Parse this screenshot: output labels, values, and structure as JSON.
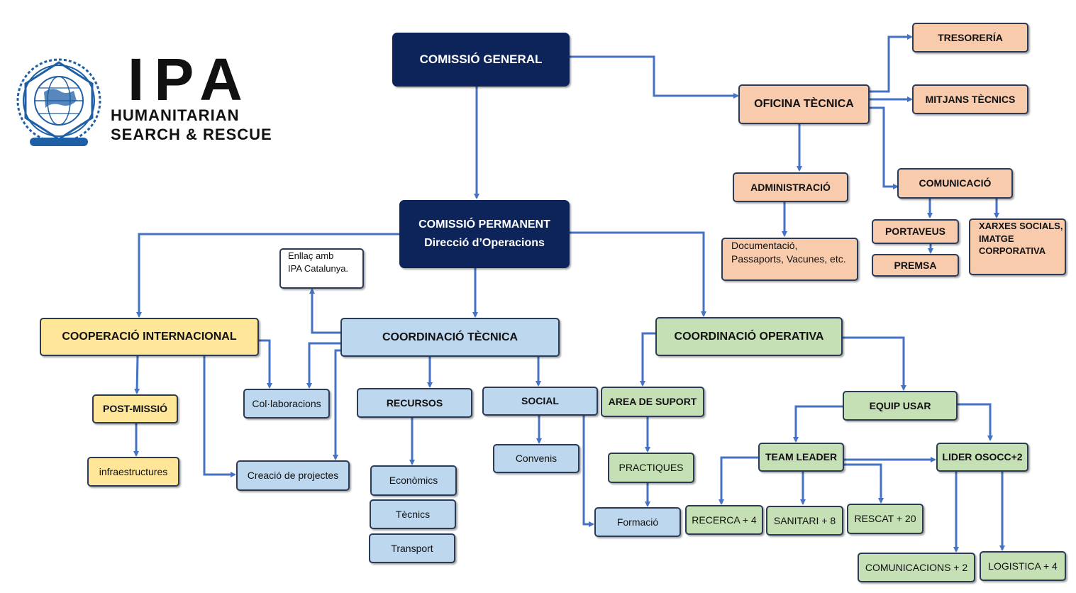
{
  "logo": {
    "title": "IPA",
    "line1": "HUMANITARIAN",
    "line2": "SEARCH & RESCUE",
    "seal_icon": "ipa-globe-seal-icon",
    "seal_color": "#1f5fa6"
  },
  "colors": {
    "connector": "#4472c4",
    "navy": "#0c245a",
    "peach": "#f8cbad",
    "blue": "#bdd7ee",
    "green": "#c5e0b4",
    "yellow": "#ffe699"
  },
  "nodes": {
    "comissio_general": "COMISSIÓ GENERAL",
    "comissio_permanent": "COMISSIÓ PERMANENT",
    "direccio_operacions": "Direcció d’Operacions",
    "oficina_tecnica": "OFICINA TÈCNICA",
    "tresoreria": "TRESORERÍA",
    "mitjans_tecnics": "MITJANS TÈCNICS",
    "comunicacio": "COMUNICACIÓ",
    "administracio": "ADMINISTRACIÓ",
    "documentacio_line1": "Documentació,",
    "documentacio_line2": "Passaports, Vacunes, etc.",
    "portaveus": "PORTAVEUS",
    "premsa": "PREMSA",
    "xarxes_line1": "XARXES SOCIALS,",
    "xarxes_line2": "IMATGE",
    "xarxes_line3": "CORPORATIVA",
    "enllac_line1": "Enllaç amb",
    "enllac_line2": "IPA Catalunya.",
    "cooperacio_internacional": "COOPERACIÓ INTERNACIONAL",
    "coordinacio_tecnica": "COORDINACIÓ TÈCNICA",
    "coordinacio_operativa": "COORDINACIÓ OPERATIVA",
    "post_missio": "POST-MISSIÓ",
    "infraestructures": "infraestructures",
    "collaboracions": "Col·laboracions",
    "creacio_projectes": "Creació de projectes",
    "recursos": "RECURSOS",
    "economics": "Econòmics",
    "tecnics": "Tècnics",
    "transport": "Transport",
    "social": "SOCIAL",
    "convenis": "Convenis",
    "area_suport": "AREA DE SUPORT",
    "practiques": "PRACTIQUES",
    "formacio": "Formació",
    "equip_usar": "EQUIP USAR",
    "team_leader": "TEAM LEADER",
    "lider_osocc": "LIDER OSOCC+2",
    "recerca": "RECERCA + 4",
    "sanitari": "SANITARI + 8",
    "rescat": "RESCAT + 20",
    "comunicacions": "COMUNICACIONS + 2",
    "logistica": "LOGISTICA + 4"
  }
}
